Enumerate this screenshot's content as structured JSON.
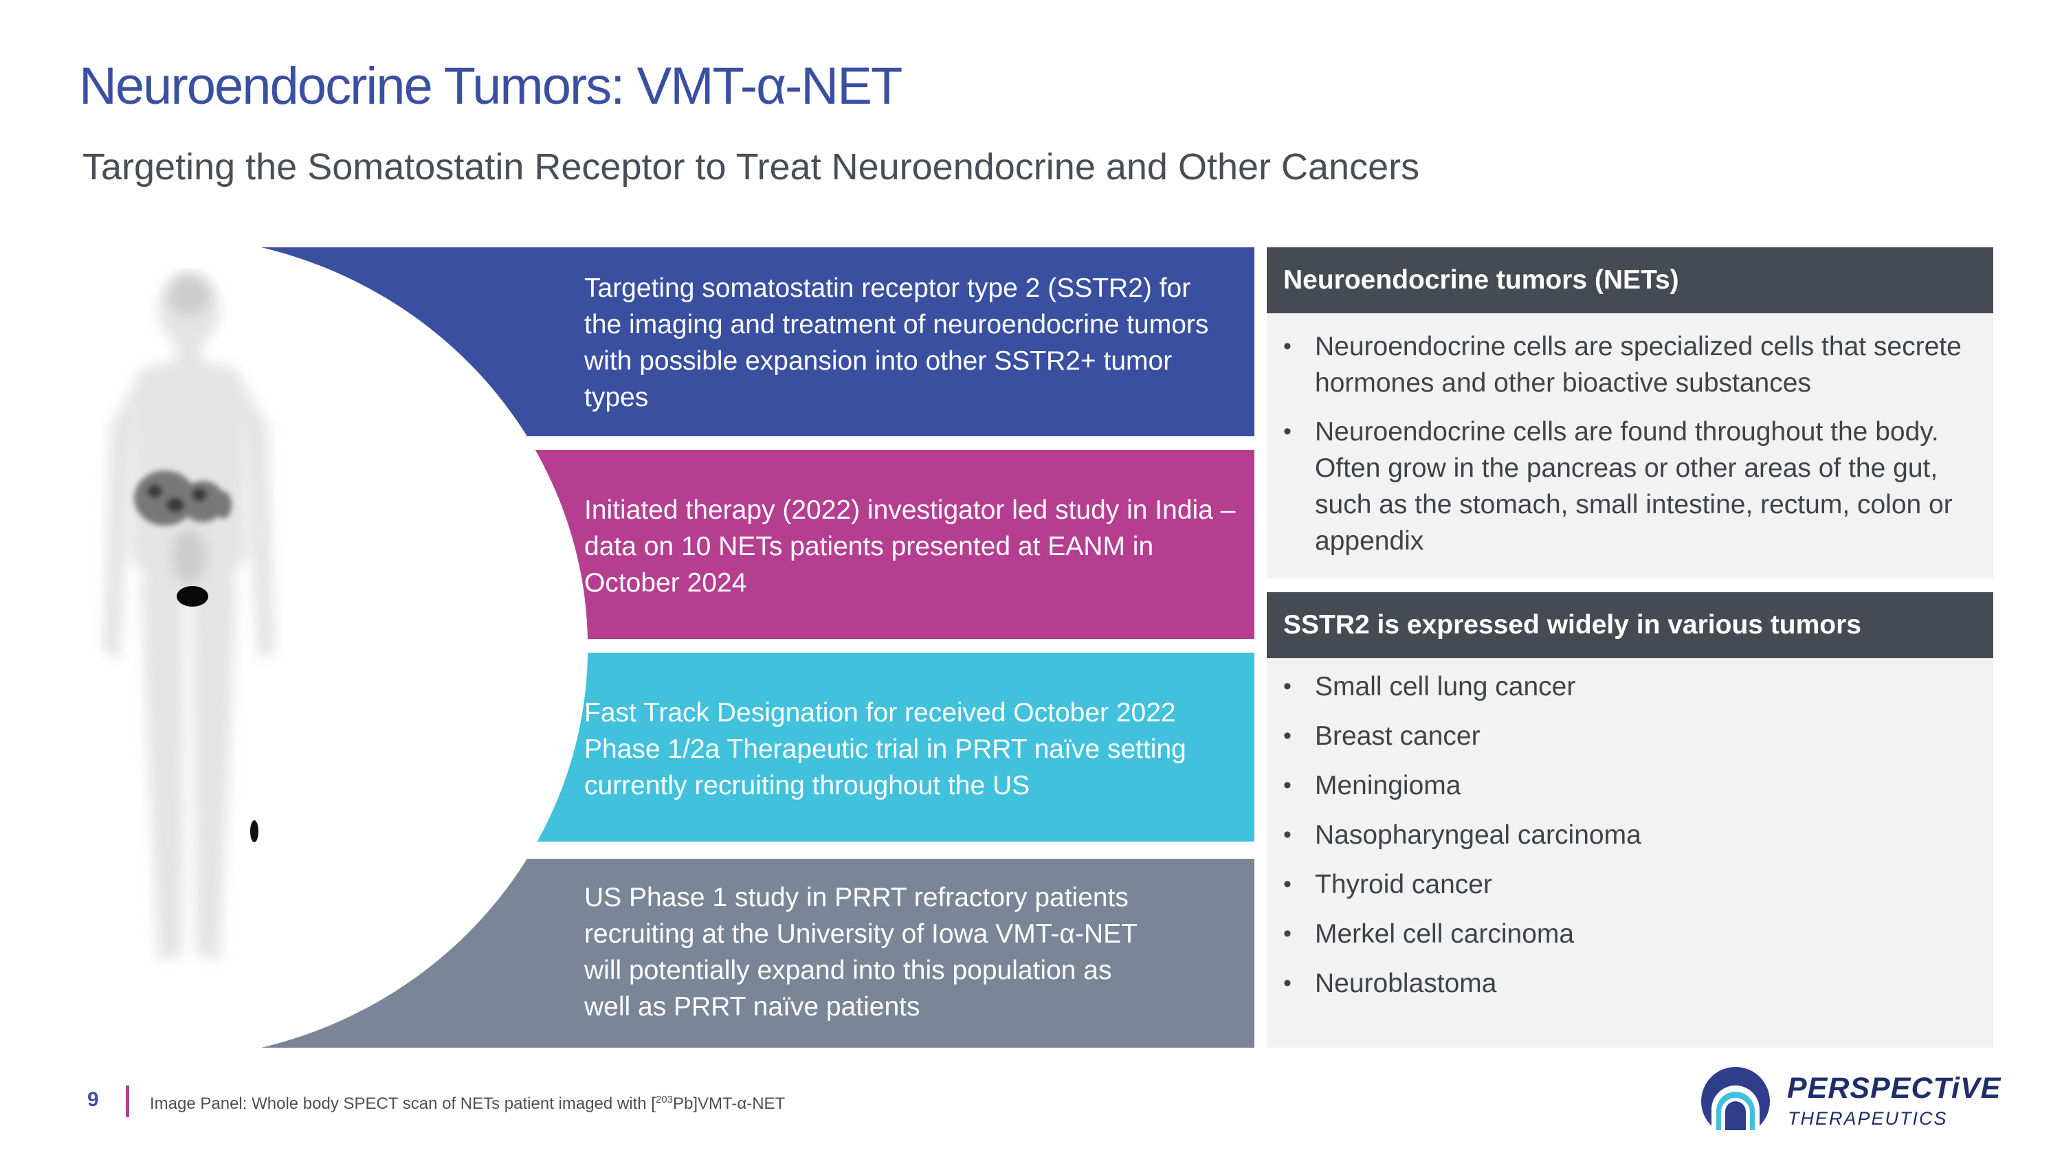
{
  "header": {
    "title": "Neuroendocrine Tumors: VMT-α-NET",
    "subtitle": "Targeting the Somatostatin Receptor to Treat Neuroendocrine and Other Cancers"
  },
  "panels": [
    {
      "text": "Targeting somatostatin receptor type 2 (SSTR2) for the imaging and treatment of neuroendocrine tumors with possible expansion into other SSTR2+ tumor types",
      "color": "#3A4FA0"
    },
    {
      "text": "Initiated therapy (2022) investigator led study in India – data on 10 NETs patients presented at EANM in October 2024",
      "color": "#B53E91"
    },
    {
      "text": "Fast Track Designation for received October 2022 Phase 1/2a Therapeutic trial in PRRT naïve setting currently recruiting throughout the US",
      "color": "#41C1DC"
    },
    {
      "text": "US Phase 1 study in PRRT refractory patients recruiting at the University of Iowa VMT-α-NET will potentially expand into this population as well as PRRT naïve patients",
      "color": "#7A8697"
    }
  ],
  "nets_box": {
    "heading": "Neuroendocrine tumors (NETs)",
    "items": [
      "Neuroendocrine cells are specialized cells that secrete hormones and other bioactive substances",
      "Neuroendocrine cells are found throughout the body. Often grow in the pancreas or other areas of the gut, such as the stomach, small intestine, rectum, colon or appendix"
    ]
  },
  "sstr2_box": {
    "heading": "SSTR2 is expressed widely in various tumors",
    "items": [
      "Small cell lung cancer",
      "Breast cancer",
      "Meningioma",
      "Nasopharyngeal carcinoma",
      "Thyroid cancer",
      "Merkel cell carcinoma",
      "Neuroblastoma"
    ]
  },
  "footer": {
    "page_number": "9",
    "caption_prefix": "Image Panel: Whole body SPECT scan of NETs patient imaged with [",
    "caption_sup": "203",
    "caption_suffix": "Pb]VMT-α-NET",
    "brand_name": "PERSPECTiVE",
    "brand_sub": "THERAPEUTICS"
  },
  "colors": {
    "title": "#3A4FA0",
    "accent_magenta": "#B53E91",
    "box_header": "#464A52",
    "box_body": "#F2F2F2"
  },
  "icons": {
    "scan": "whole-body-spect-scan",
    "logo": "perspective-logo-mark"
  }
}
